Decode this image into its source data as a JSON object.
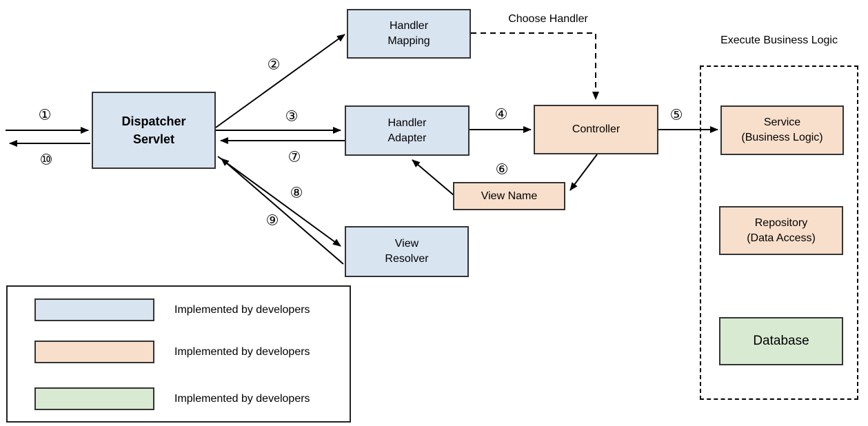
{
  "palette": {
    "blue": "#d9e4f1",
    "peach": "#f8dfcb",
    "green": "#d9ead3",
    "line": "#000000"
  },
  "nodes": {
    "dispatcher_servlet": "Dispatcher\nServlet",
    "handler_mapping": "Handler\nMapping",
    "handler_adapter": "Handler\nAdapter",
    "controller": "Controller",
    "view_name": "View Name",
    "view_resolver": "View\nResolver",
    "service": "Service\n(Business Logic)",
    "repository": "Repository\n(Data Access)",
    "database": "Database"
  },
  "annotations": {
    "choose_handler": "Choose Handler",
    "execute_business_logic": "Execute Business Logic"
  },
  "steps": {
    "s1": "①",
    "s2": "②",
    "s3": "③",
    "s4": "④",
    "s5": "⑤",
    "s6": "⑥",
    "s7": "⑦",
    "s8": "⑧",
    "s9": "⑨",
    "s10": "⑩"
  },
  "legend": {
    "items": [
      {
        "color": "#d9e4f1",
        "label": "Implemented by developers"
      },
      {
        "color": "#f8dfcb",
        "label": "Implemented by developers"
      },
      {
        "color": "#d9ead3",
        "label": "Implemented by developers"
      }
    ]
  }
}
